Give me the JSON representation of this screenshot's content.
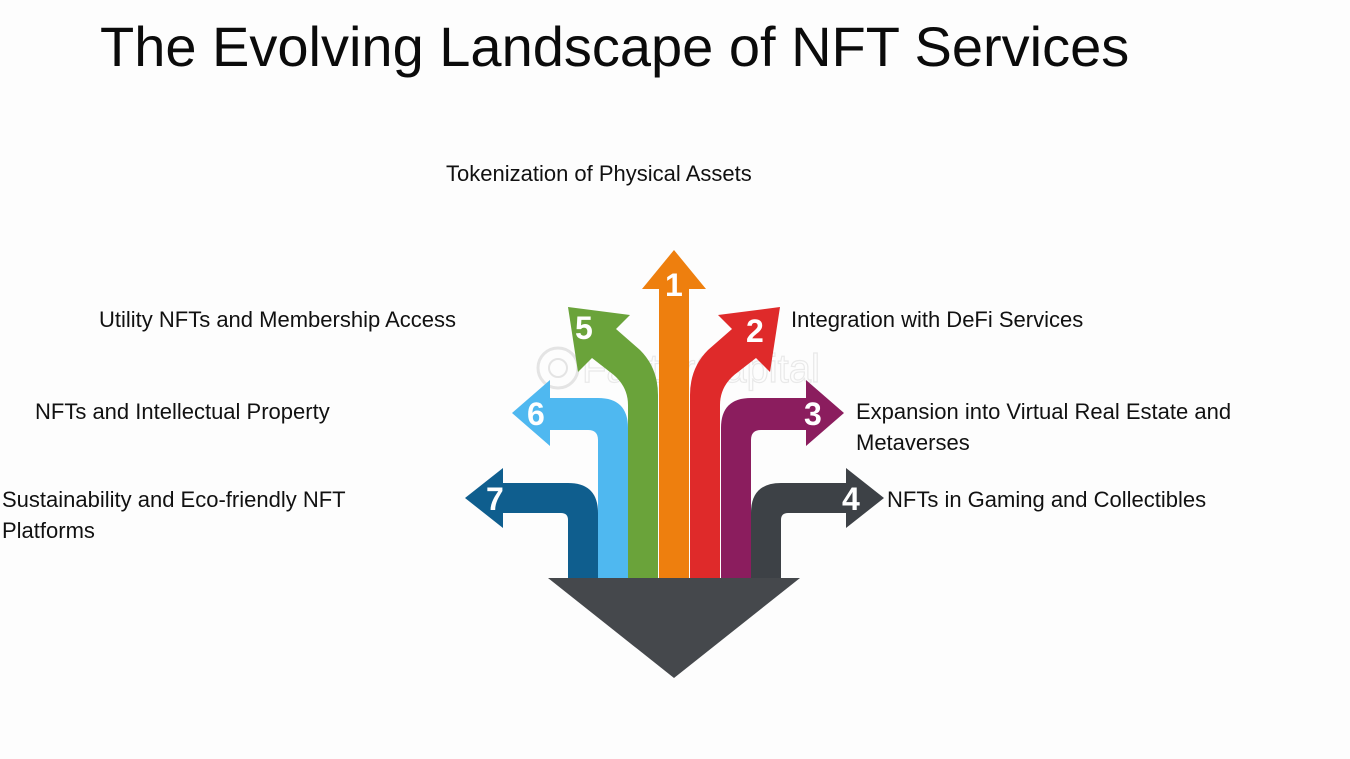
{
  "title": "The Evolving Landscape of NFT Services",
  "watermark": "FasterCapital",
  "colors": {
    "arrow_1": "#ee7f0e",
    "arrow_2": "#df2a2a",
    "arrow_3": "#8b1d5e",
    "arrow_4": "#3d4146",
    "arrow_5": "#6aa33a",
    "arrow_6": "#4fb8f0",
    "arrow_7": "#0f5e8e",
    "base": "#45484c"
  },
  "items": [
    {
      "number": "1",
      "label": "Tokenization of Physical Assets"
    },
    {
      "number": "2",
      "label": "Integration with DeFi Services"
    },
    {
      "number": "3",
      "label": "Expansion into Virtual Real Estate and Metaverses"
    },
    {
      "number": "4",
      "label": "NFTs in Gaming and Collectibles"
    },
    {
      "number": "5",
      "label": "Utility NFTs and Membership Access"
    },
    {
      "number": "6",
      "label": "NFTs and Intellectual Property"
    },
    {
      "number": "7",
      "label": "Sustainability and Eco-friendly NFT Platforms"
    }
  ]
}
